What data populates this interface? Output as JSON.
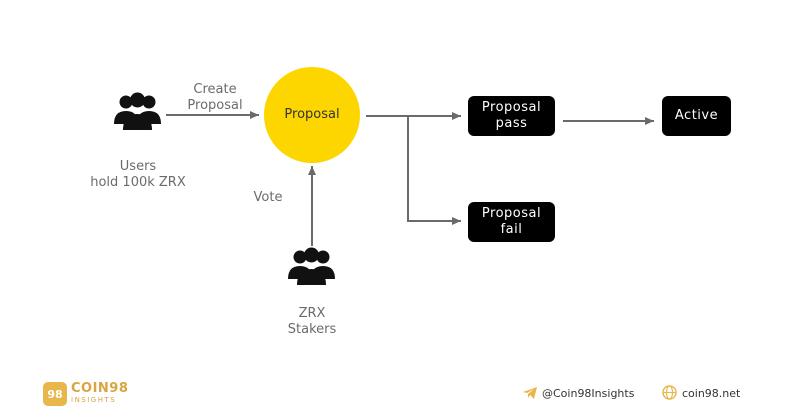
{
  "nodes": {
    "proposal": "Proposal",
    "proposal_pass_line1": "Proposal",
    "proposal_pass_line2": "pass",
    "proposal_fail_line1": "Proposal",
    "proposal_fail_line2": "fail",
    "active": "Active"
  },
  "actors": {
    "users_line1": "Users",
    "users_line2": "hold 100k ZRX",
    "stakers_line1": "ZRX",
    "stakers_line2": "Stakers"
  },
  "edges": {
    "create_line1": "Create",
    "create_line2": "Proposal",
    "vote": "Vote"
  },
  "footer": {
    "logo_mark": "98",
    "brand": "COIN98",
    "brand_sub": "INSIGHTS",
    "telegram": "@Coin98Insights",
    "website": "coin98.net"
  },
  "colors": {
    "proposal_fill": "#fdd600",
    "brand": "#d9a441",
    "dark_node": "#000000"
  },
  "icons": {
    "users": "users-group-icon",
    "stakers": "users-group-icon",
    "telegram": "telegram-icon",
    "website": "globe-icon"
  }
}
